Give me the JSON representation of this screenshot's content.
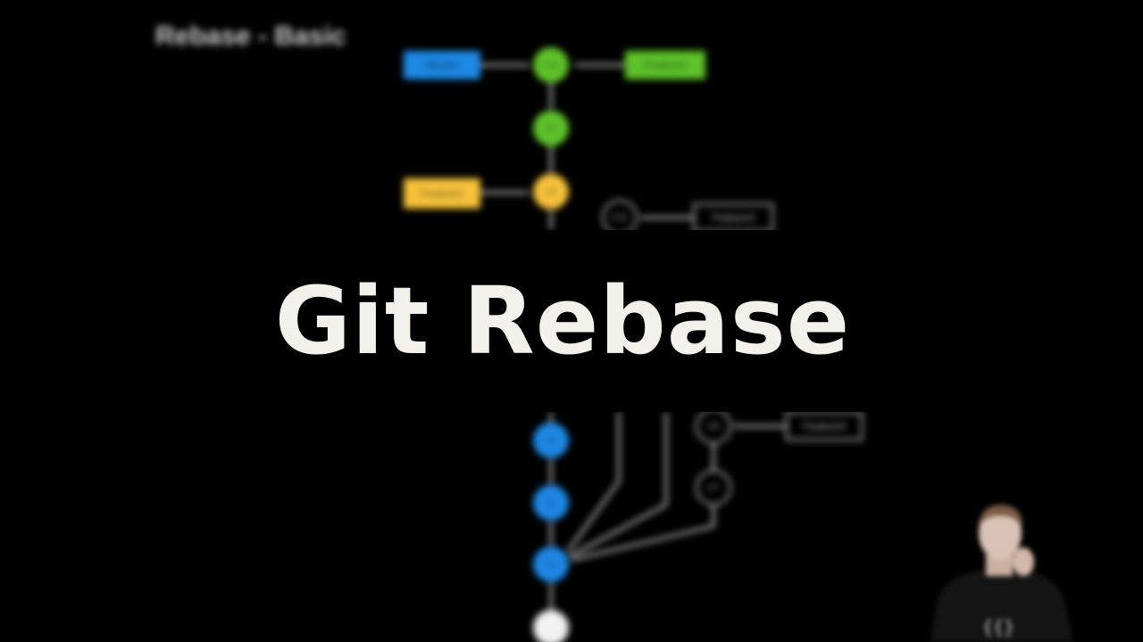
{
  "video_title": "Git Rebase",
  "slide": {
    "heading": "Rebase - Basic",
    "branch_labels": {
      "main": "Master",
      "feature_green": "Feature2",
      "feature_yellow": "Feature1",
      "feature_top_outline": "Feature3",
      "feature_bottom_outline": "Feature4"
    },
    "commits": {
      "green_1": "C10",
      "green_2": "C9",
      "yellow_1": "C8",
      "outline_top": "C11",
      "blue_1": "C5",
      "blue_2": "C4",
      "blue_3": "C3",
      "outline_b1": "C6",
      "outline_b2": "C7"
    },
    "colors": {
      "blue": "#1e88e5",
      "green": "#5ec22a",
      "yellow": "#f6c23b",
      "white": "#f2f2f2"
    }
  }
}
